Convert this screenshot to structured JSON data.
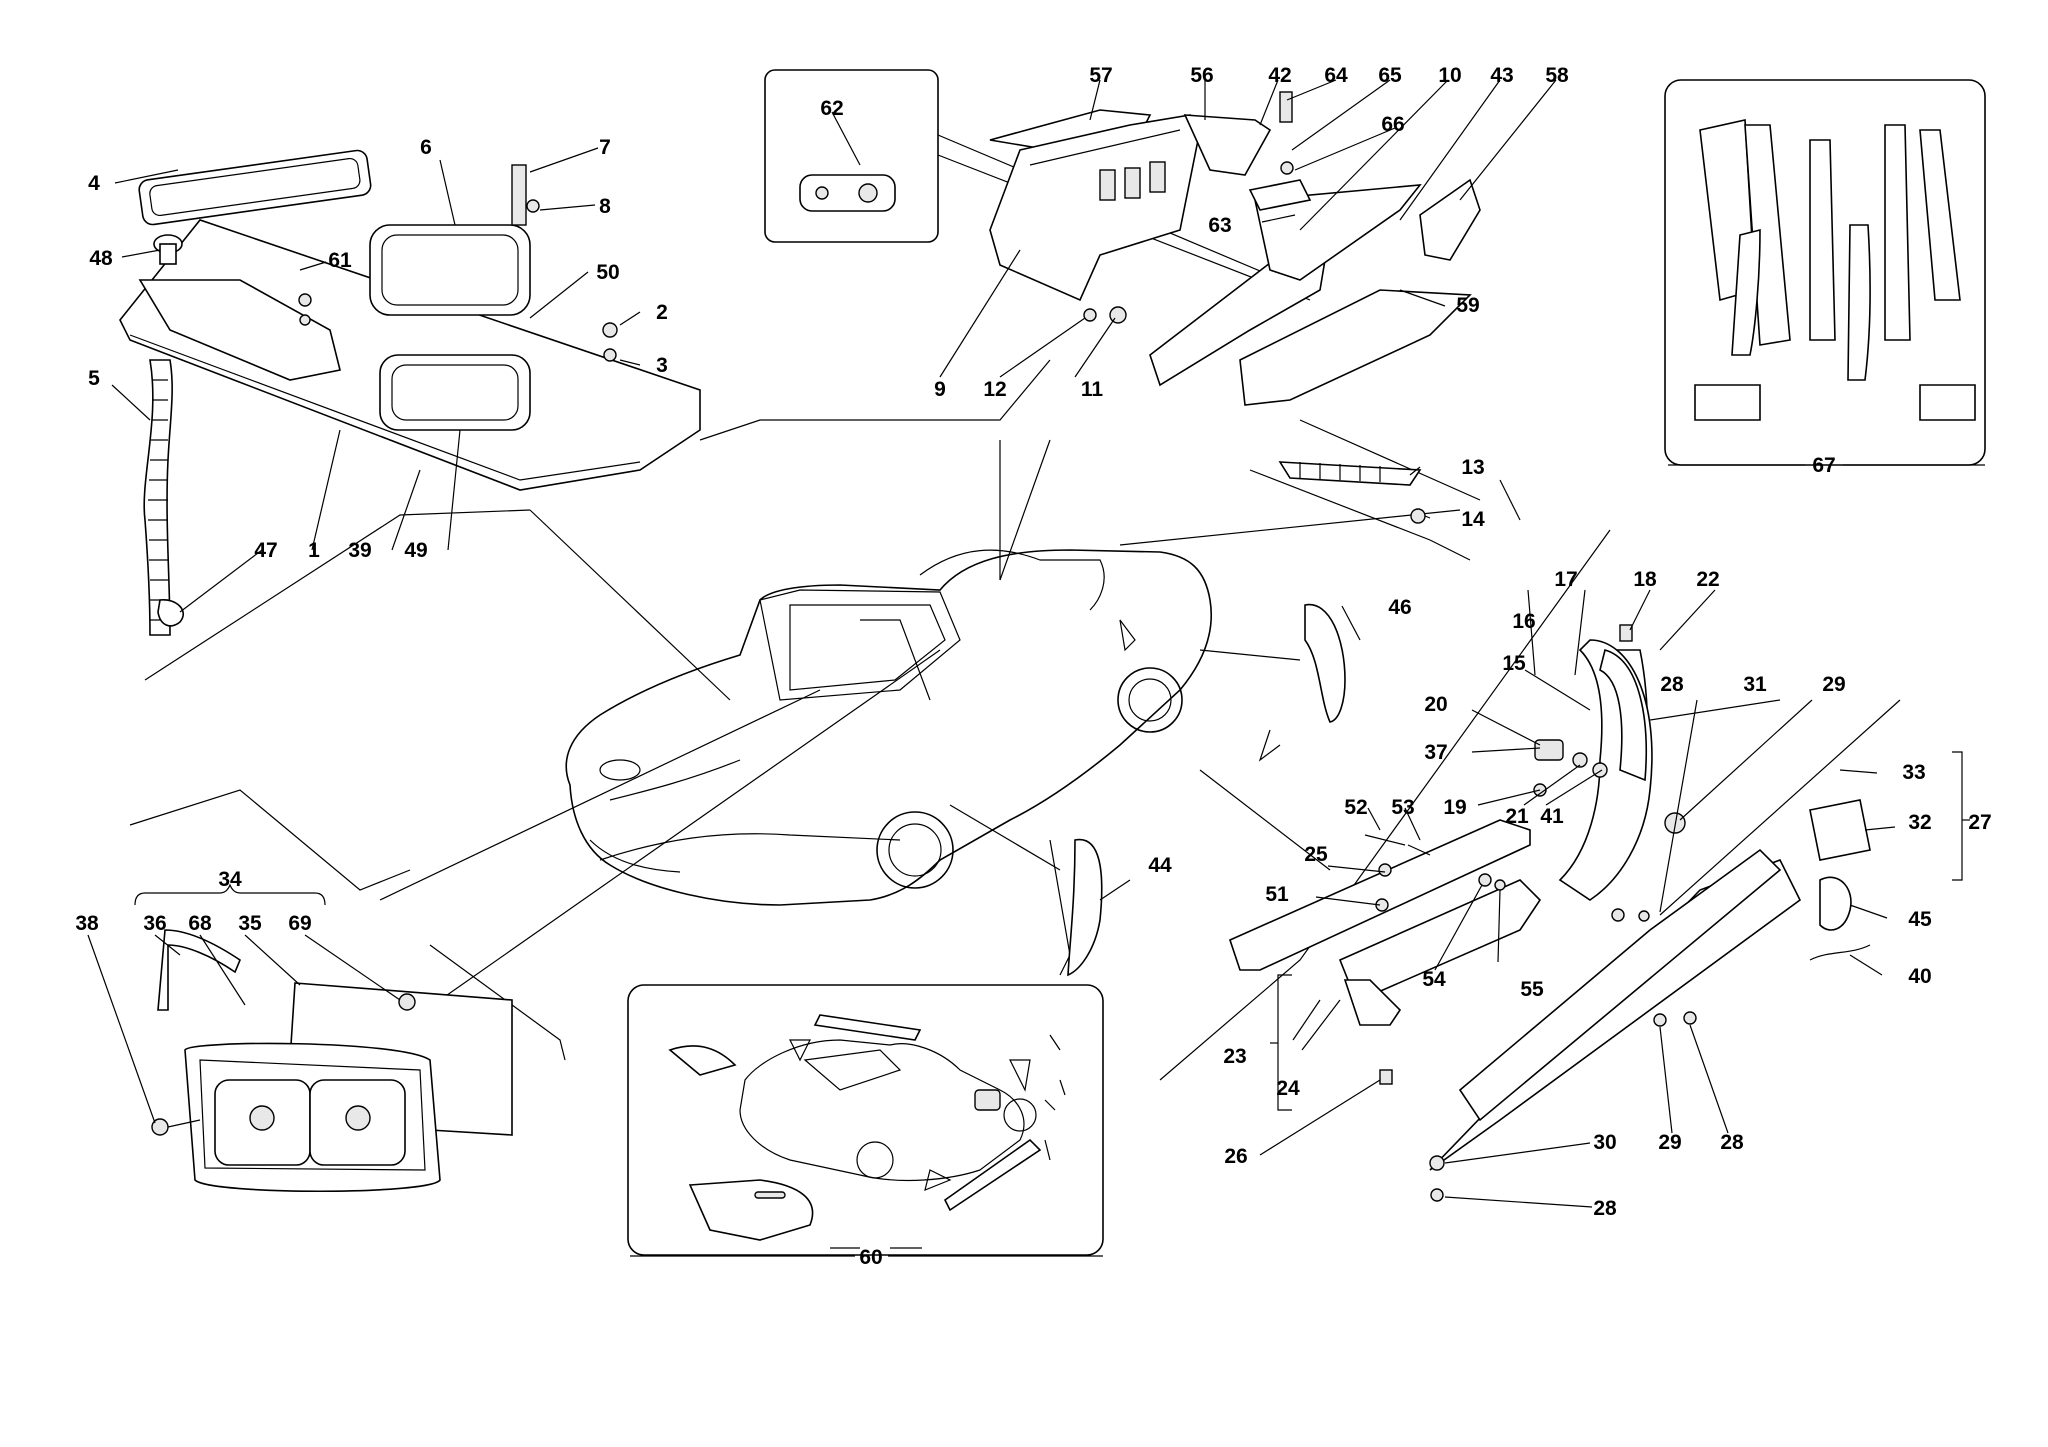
{
  "diagram": {
    "labels": {
      "p1": "1",
      "p2": "2",
      "p3": "3",
      "p4": "4",
      "p5": "5",
      "p6": "6",
      "p7": "7",
      "p8": "8",
      "p9": "9",
      "p10": "10",
      "p11": "11",
      "p12": "12",
      "p13": "13",
      "p14": "14",
      "p15": "15",
      "p16": "16",
      "p17": "17",
      "p18": "18",
      "p19": "19",
      "p20": "20",
      "p21": "21",
      "p22": "22",
      "p23": "23",
      "p24": "24",
      "p25": "25",
      "p26": "26",
      "p27": "27",
      "p28": "28",
      "p29": "29",
      "p30": "30",
      "p31": "31",
      "p32": "32",
      "p33": "33",
      "p34": "34",
      "p35": "35",
      "p36": "36",
      "p37": "37",
      "p38": "38",
      "p39": "39",
      "p40": "40",
      "p41": "41",
      "p42": "42",
      "p43": "43",
      "p44": "44",
      "p45": "45",
      "p46": "46",
      "p47": "47",
      "p48": "48",
      "p49": "49",
      "p50": "50",
      "p51": "51",
      "p52": "52",
      "p53": "53",
      "p54": "54",
      "p55": "55",
      "p56": "56",
      "p57": "57",
      "p58": "58",
      "p59": "59",
      "p60": "60",
      "p61": "61",
      "p62": "62",
      "p63": "63",
      "p64": "64",
      "p65": "65",
      "p66": "66",
      "p67": "67",
      "p68": "68",
      "p69": "69"
    }
  }
}
